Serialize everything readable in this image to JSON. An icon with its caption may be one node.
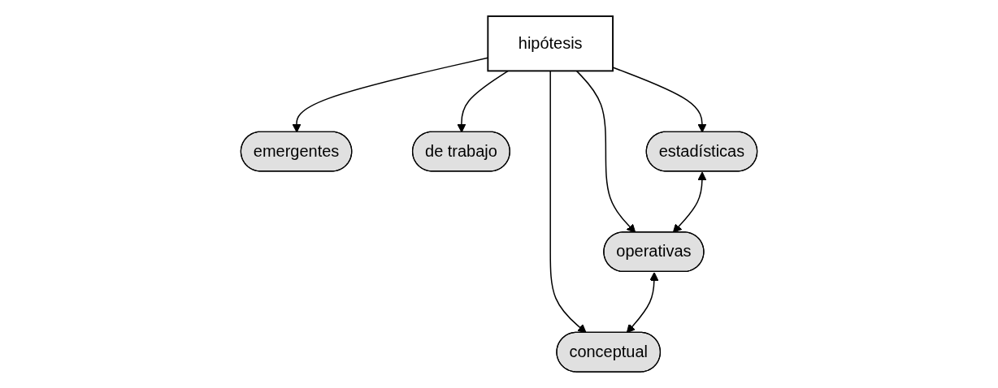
{
  "diagram": {
    "nodes": [
      {
        "text": [
          "hipótesis"
        ]
      },
      {
        "text": [
          "emergentes"
        ]
      },
      {
        "text": [
          "de trabajo"
        ]
      },
      {
        "text": [
          "estadísticas"
        ]
      },
      {
        "text": [
          "operativas"
        ]
      },
      {
        "text": [
          "conceptual"
        ]
      }
    ],
    "edges": [
      {
        "from": 0,
        "to": 1,
        "arrow": "to"
      },
      {
        "from": 0,
        "to": 2,
        "arrow": "to"
      },
      {
        "from": 0,
        "to": 3,
        "arrow": "to"
      },
      {
        "from": 0,
        "to": 4,
        "arrow": "to"
      },
      {
        "from": 0,
        "to": 5,
        "arrow": "to"
      },
      {
        "from": 3,
        "to": 4,
        "arrow": "both"
      },
      {
        "from": 4,
        "to": 5,
        "arrow": "both"
      }
    ]
  }
}
